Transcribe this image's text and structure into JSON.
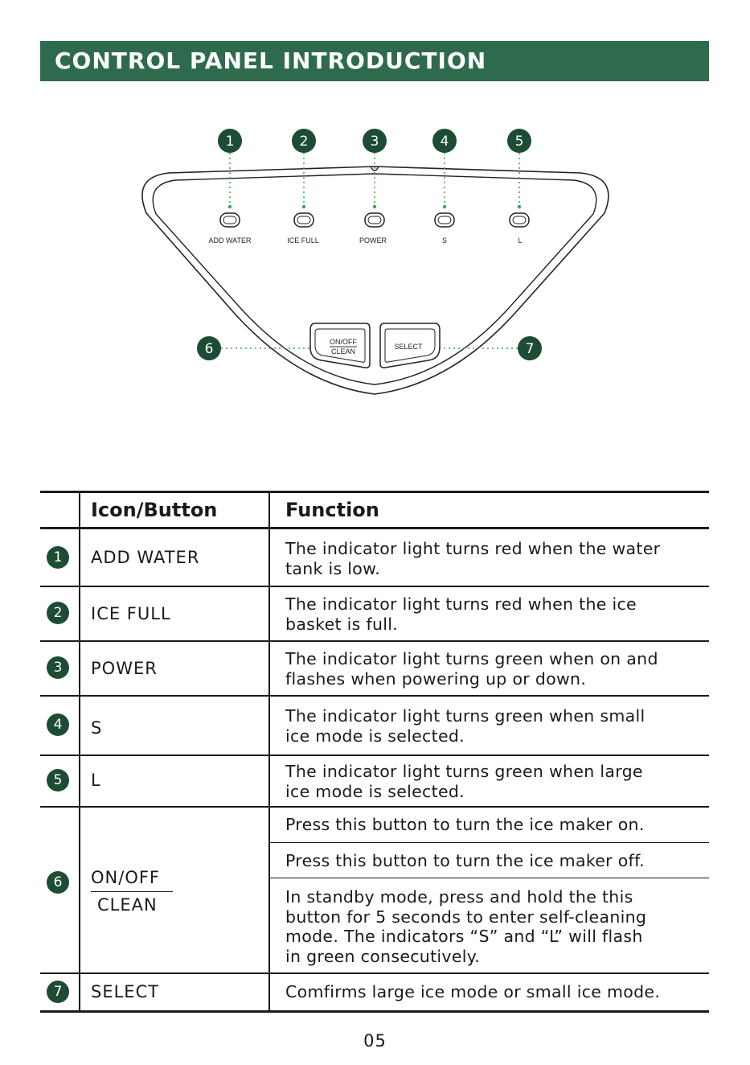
{
  "title": "CONTROL PANEL INTRODUCTION",
  "diagram": {
    "callouts": [
      "1",
      "2",
      "3",
      "4",
      "5",
      "6",
      "7"
    ],
    "indicator_labels": [
      "ADD WATER",
      "ICE FULL",
      "POWER",
      "S",
      "L"
    ],
    "button_onoff_top": "ON/OFF",
    "button_onoff_bottom": "CLEAN",
    "button_select": "SELECT"
  },
  "table": {
    "header_icon": "Icon/Button",
    "header_function": "Function",
    "rows": [
      {
        "num": "1",
        "name": "ADD WATER",
        "functions": [
          "The indicator light turns red when the water",
          "tank is low."
        ]
      },
      {
        "num": "2",
        "name": "ICE FULL",
        "functions": [
          "The indicator light turns red when the ice",
          "basket is full."
        ]
      },
      {
        "num": "3",
        "name": "POWER",
        "functions": [
          "The indicator light turns green when on and",
          "flashes when powering up or down."
        ]
      },
      {
        "num": "4",
        "name": "S",
        "functions": [
          "The indicator light turns green when small",
          "ice mode is selected."
        ]
      },
      {
        "num": "5",
        "name": "L",
        "functions": [
          "The indicator light turns green when large",
          "ice mode is selected."
        ]
      },
      {
        "num": "6",
        "name_top": "ON/OFF",
        "name_bottom": "CLEAN",
        "functions": [
          "Press this button to turn the ice maker on.",
          "Press this button to turn the ice maker off.",
          "In standby mode, press and hold the this",
          "button for 5 seconds to enter self-cleaning",
          "mode. The indicators “S” and “L” will flash",
          "in green consecutively."
        ]
      },
      {
        "num": "7",
        "name": "SELECT",
        "functions": [
          "Comfirms large ice mode or small ice mode."
        ]
      }
    ]
  },
  "page_number": "05",
  "colors": {
    "banner": "#2e6b4c",
    "badge": "#1d4c34",
    "callout_line": "#3aa655"
  }
}
